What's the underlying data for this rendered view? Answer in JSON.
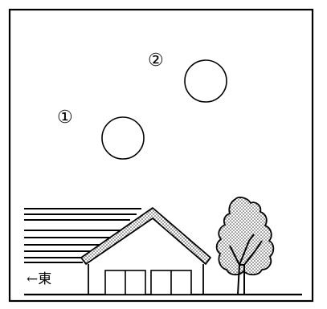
{
  "labels": {
    "sun_1": "①",
    "sun_2": "②",
    "direction": "←東"
  },
  "colors": {
    "stroke": "#000000",
    "background": "#ffffff",
    "stipple_fill": "#bdbdbd"
  }
}
